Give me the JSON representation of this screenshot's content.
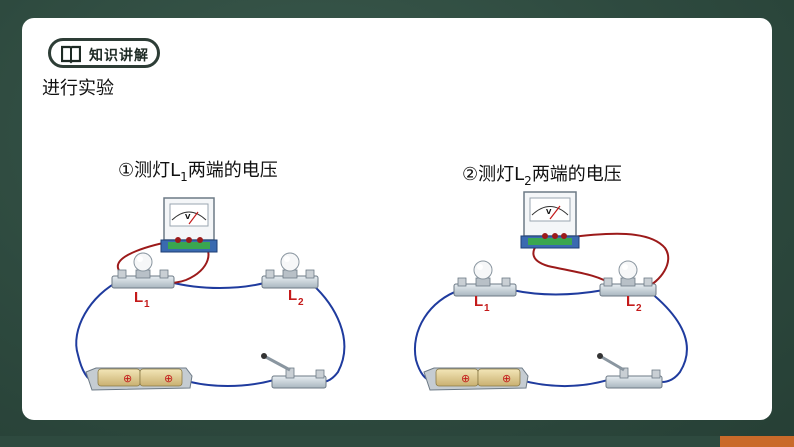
{
  "header": {
    "badge_label": "知识讲解",
    "badge_icon": "book-icon"
  },
  "section": {
    "title": "进行实验"
  },
  "experiments": [
    {
      "circle": "①",
      "text_before": "测灯L",
      "sub": "1",
      "text_after": "两端的电压"
    },
    {
      "circle": "②",
      "text_before": "测灯L",
      "sub": "2",
      "text_after": "两端的电压"
    }
  ],
  "circuit_labels": {
    "left": {
      "L": "L",
      "l1": "1",
      "l2": "2"
    },
    "right": {
      "L": "L",
      "l1": "1",
      "l2": "2"
    }
  },
  "meter_symbol": "V",
  "battery_symbol": "⊕",
  "colors": {
    "background": "#2e4a3f",
    "wire_blue": "#1f3b9e",
    "wire_red": "#9c1a1a",
    "label_red": "#c41a1a",
    "accent_bottom": "#c96a2a"
  }
}
